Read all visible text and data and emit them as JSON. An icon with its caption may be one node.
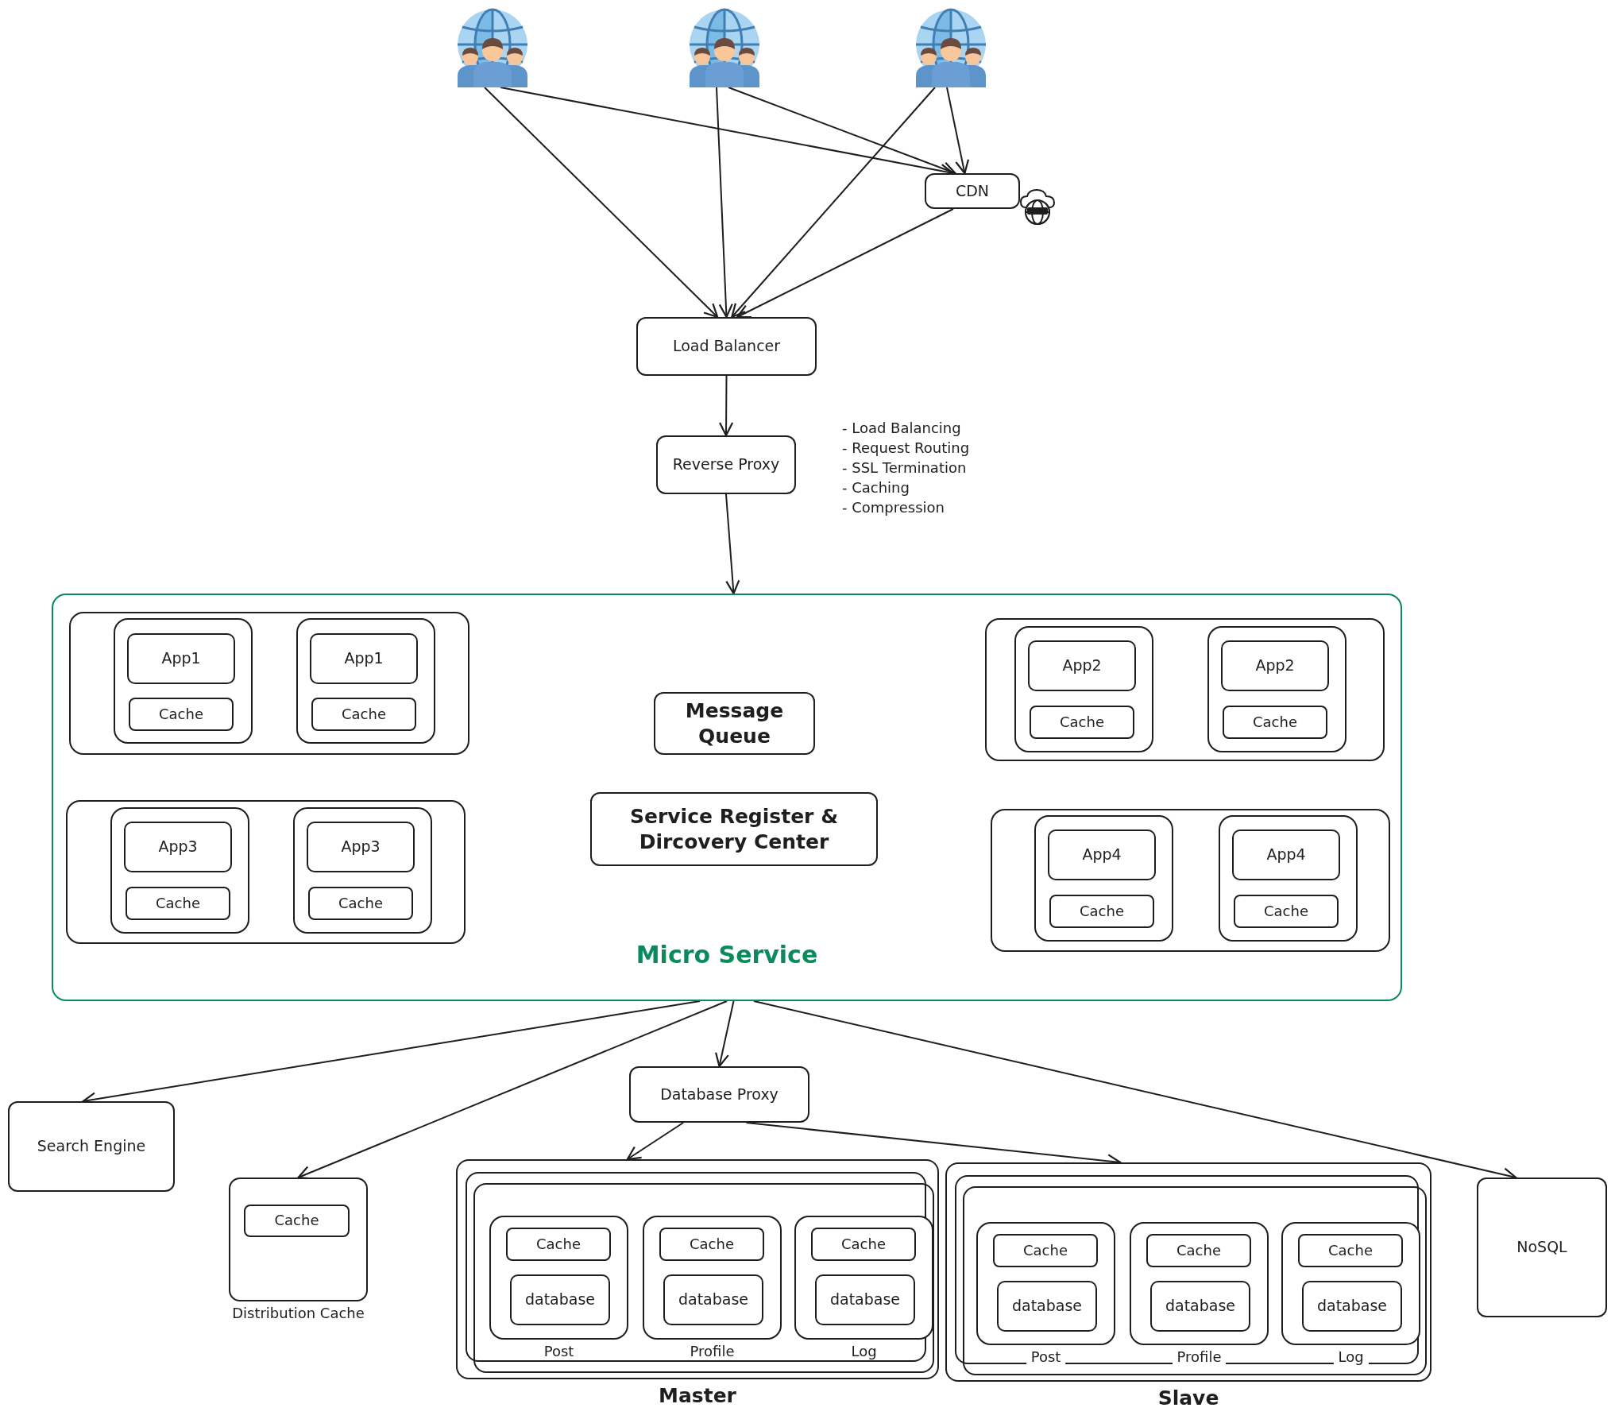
{
  "diagram": {
    "nodes": [
      {
        "text": [],
        "shape": "person"
      },
      {
        "text": [],
        "shape": "person"
      },
      {
        "text": [],
        "shape": "person"
      },
      {
        "text": [
          "CDN"
        ]
      },
      {
        "text": [
          "Load Balancer"
        ]
      },
      {
        "text": [
          "Reverse Proxy"
        ]
      },
      {
        "text": [
          "Micro Service"
        ]
      },
      {
        "text": [],
        "shape": "box",
        "in": 6
      },
      {
        "text": [],
        "shape": "box",
        "in": 7
      },
      {
        "text": [
          "App1"
        ],
        "in": 8
      },
      {
        "text": [
          "Cache"
        ],
        "in": 8
      },
      {
        "text": [],
        "shape": "box",
        "in": 7
      },
      {
        "text": [
          "App1"
        ],
        "in": 11
      },
      {
        "text": [
          "Cache"
        ],
        "in": 11
      },
      {
        "text": [
          "Message Queue"
        ],
        "in": 6
      },
      {
        "text": [],
        "shape": "box",
        "in": 6
      },
      {
        "text": [],
        "shape": "box",
        "in": 15
      },
      {
        "text": [
          "App2"
        ],
        "in": 16
      },
      {
        "text": [
          "Cache"
        ],
        "in": 16
      },
      {
        "text": [],
        "shape": "box",
        "in": 15
      },
      {
        "text": [
          "App2"
        ],
        "in": 19
      },
      {
        "text": [
          "Cache"
        ],
        "in": 19
      },
      {
        "text": [],
        "shape": "box",
        "in": 6
      },
      {
        "text": [],
        "shape": "box",
        "in": 22
      },
      {
        "text": [
          "App3"
        ],
        "in": 23
      },
      {
        "text": [
          "Cache"
        ],
        "in": 23
      },
      {
        "text": [],
        "shape": "box",
        "in": 22
      },
      {
        "text": [
          "App3"
        ],
        "in": 26
      },
      {
        "text": [
          "Cache"
        ],
        "in": 26
      },
      {
        "text": [
          "Service Register & Dircovery Center"
        ],
        "in": 6
      },
      {
        "text": [],
        "shape": "box",
        "in": 6
      },
      {
        "text": [],
        "shape": "box",
        "in": 30
      },
      {
        "text": [
          "App4"
        ],
        "in": 31
      },
      {
        "text": [
          "Cache"
        ],
        "in": 31
      },
      {
        "text": [],
        "shape": "box",
        "in": 30
      },
      {
        "text": [
          "App4"
        ],
        "in": 34
      },
      {
        "text": [
          "Cache"
        ],
        "in": 34
      },
      {
        "text": [
          "Search Engine"
        ]
      },
      {
        "text": [
          "Database Proxy"
        ]
      },
      {
        "text": [
          "Distribution Cache"
        ]
      },
      {
        "text": [
          "Cache"
        ],
        "in": 39
      },
      {
        "text": [
          "Master"
        ]
      },
      {
        "text": [
          "Post"
        ],
        "in": 41
      },
      {
        "text": [
          "Cache"
        ],
        "in": 42
      },
      {
        "text": [
          "database"
        ],
        "in": 42
      },
      {
        "text": [
          "Profile"
        ],
        "in": 41
      },
      {
        "text": [
          "Cache"
        ],
        "in": 45
      },
      {
        "text": [
          "database"
        ],
        "in": 45
      },
      {
        "text": [
          "Log"
        ],
        "in": 41
      },
      {
        "text": [
          "Cache"
        ],
        "in": 48
      },
      {
        "text": [
          "database"
        ],
        "in": 48
      },
      {
        "text": [
          "Slave"
        ]
      },
      {
        "text": [
          "Post"
        ],
        "in": 51
      },
      {
        "text": [
          "Cache"
        ],
        "in": 52
      },
      {
        "text": [
          "database"
        ],
        "in": 52
      },
      {
        "text": [
          "Profile"
        ],
        "in": 51
      },
      {
        "text": [
          "Cache"
        ],
        "in": 55
      },
      {
        "text": [
          "database"
        ],
        "in": 55
      },
      {
        "text": [
          "Log"
        ],
        "in": 51
      },
      {
        "text": [
          "Cache"
        ],
        "in": 58
      },
      {
        "text": [
          "database"
        ],
        "in": 58
      },
      {
        "text": [
          "NoSQL"
        ]
      }
    ],
    "edges": [
      {
        "from": 0,
        "to": 3,
        "arrow": "to"
      },
      {
        "from": 0,
        "to": 4,
        "arrow": "to"
      },
      {
        "from": 1,
        "to": 4,
        "arrow": "to"
      },
      {
        "from": 1,
        "to": 3,
        "arrow": "to"
      },
      {
        "from": 2,
        "to": 4,
        "arrow": "to"
      },
      {
        "from": 2,
        "to": 3,
        "arrow": "to"
      },
      {
        "from": 3,
        "to": 4,
        "arrow": "to"
      },
      {
        "from": 4,
        "to": 5,
        "arrow": "to"
      },
      {
        "from": 5,
        "to": 6,
        "arrow": "to"
      },
      {
        "from": 6,
        "to": 37,
        "arrow": "to"
      },
      {
        "from": 6,
        "to": 39,
        "arrow": "to"
      },
      {
        "from": 6,
        "to": 38,
        "arrow": "to"
      },
      {
        "from": 6,
        "to": 61,
        "arrow": "to"
      },
      {
        "from": 38,
        "to": 41,
        "arrow": "to"
      },
      {
        "from": 38,
        "to": 51,
        "arrow": "to"
      }
    ],
    "labels": [
      "- Load Balancing",
      "- Request Routing",
      "- SSL Termination",
      "- Caching",
      "- Compression"
    ]
  }
}
